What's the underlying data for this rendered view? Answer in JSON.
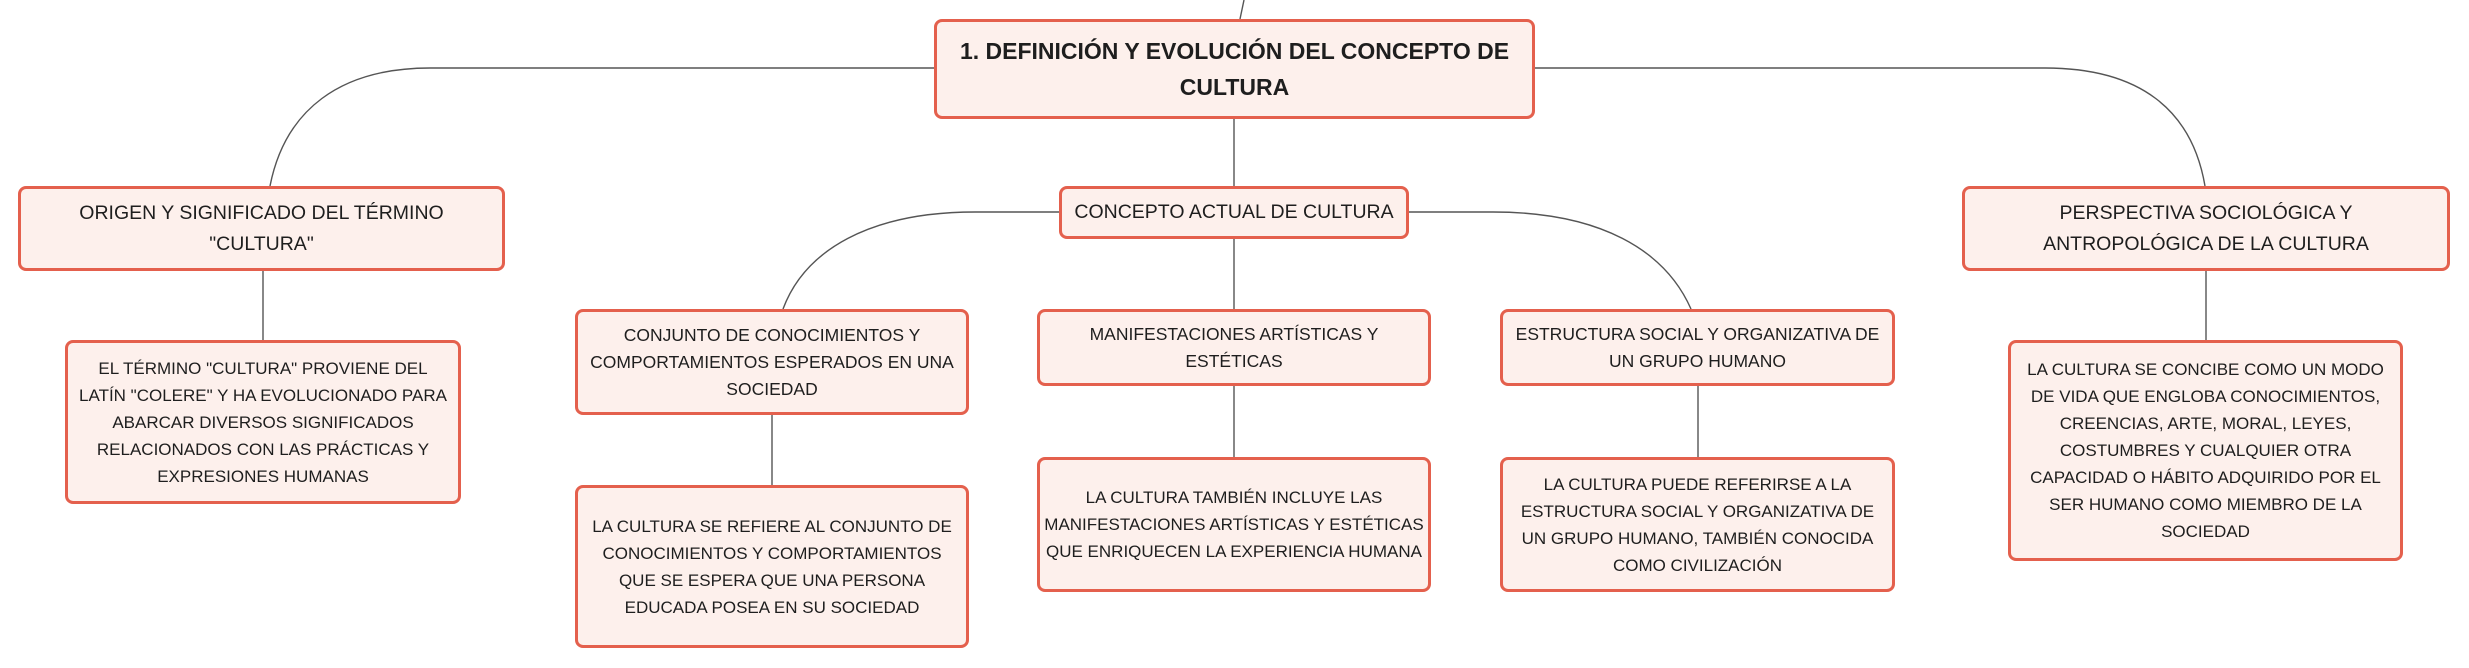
{
  "map": {
    "root": "1. DEFINICIÓN Y EVOLUCIÓN DEL CONCEPTO DE CULTURA",
    "origen": {
      "title": "ORIGEN Y SIGNIFICADO DEL TÉRMINO \"CULTURA\"",
      "detail": "EL TÉRMINO \"CULTURA\" PROVIENE DEL LATÍN \"COLERE\" Y HA EVOLUCIONADO PARA ABARCAR DIVERSOS SIGNIFICADOS RELACIONADOS CON LAS PRÁCTICAS Y EXPRESIONES HUMANAS"
    },
    "concepto": {
      "title": "CONCEPTO ACTUAL DE CULTURA",
      "conocimientos": {
        "title": "CONJUNTO DE CONOCIMIENTOS Y COMPORTAMIENTOS ESPERADOS EN UNA SOCIEDAD",
        "detail": "LA CULTURA SE REFIERE AL CONJUNTO DE CONOCIMIENTOS Y COMPORTAMIENTOS QUE SE ESPERA QUE UNA PERSONA EDUCADA POSEA EN SU SOCIEDAD"
      },
      "manifestaciones": {
        "title": "MANIFESTACIONES ARTÍSTICAS Y ESTÉTICAS",
        "detail": "LA CULTURA TAMBIÉN INCLUYE LAS MANIFESTACIONES ARTÍSTICAS Y ESTÉTICAS QUE ENRIQUECEN LA EXPERIENCIA HUMANA"
      },
      "estructura": {
        "title": "ESTRUCTURA SOCIAL Y ORGANIZATIVA DE UN GRUPO HUMANO",
        "detail": "LA CULTURA PUEDE REFERIRSE A LA ESTRUCTURA SOCIAL Y ORGANIZATIVA DE UN GRUPO HUMANO, TAMBIÉN CONOCIDA COMO CIVILIZACIÓN"
      }
    },
    "perspectiva": {
      "title": "PERSPECTIVA SOCIOLÓGICA Y ANTROPOLÓGICA DE LA CULTURA",
      "detail": "LA CULTURA SE CONCIBE COMO UN MODO DE VIDA QUE ENGLOBA CONOCIMIENTOS, CREENCIAS, ARTE, MORAL, LEYES, COSTUMBRES Y CUALQUIER OTRA CAPACIDAD O HÁBITO ADQUIRIDO POR EL SER HUMANO COMO MIEMBRO DE LA SOCIEDAD"
    }
  },
  "colors": {
    "node_border": "#e4604d",
    "node_fill": "#fdf0ec",
    "connector": "#555555",
    "text": "#1e1e1e"
  }
}
